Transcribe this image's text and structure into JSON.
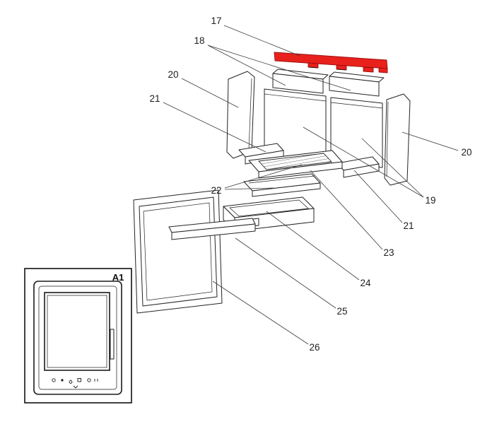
{
  "diagram": {
    "background": "#ffffff",
    "line_color": "#232323",
    "highlight_color": "#e8211c",
    "callouts": [
      {
        "id": "17",
        "label": "17"
      },
      {
        "id": "18",
        "label": "18"
      },
      {
        "id": "20-left",
        "label": "20"
      },
      {
        "id": "21-left",
        "label": "21"
      },
      {
        "id": "20-right",
        "label": "20"
      },
      {
        "id": "19",
        "label": "19"
      },
      {
        "id": "21-right",
        "label": "21"
      },
      {
        "id": "22",
        "label": "22"
      },
      {
        "id": "23",
        "label": "23"
      },
      {
        "id": "24",
        "label": "24"
      },
      {
        "id": "25",
        "label": "25"
      },
      {
        "id": "26",
        "label": "26"
      }
    ],
    "inset": {
      "label": "A1"
    }
  }
}
